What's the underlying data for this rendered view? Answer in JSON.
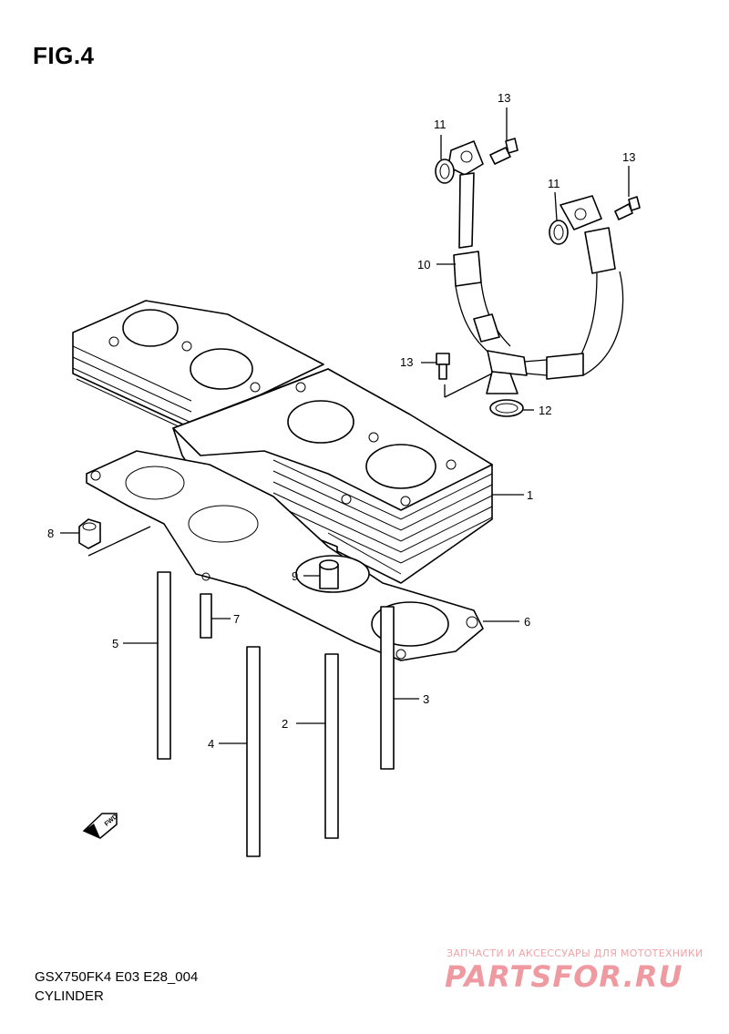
{
  "figure": {
    "title": "FIG.4",
    "model_code": "GSX750FK4 E03 E28_004",
    "caption": "CYLINDER"
  },
  "callouts": [
    {
      "label": "1",
      "part": "cylinder"
    },
    {
      "label": "2",
      "part": "stud"
    },
    {
      "label": "3",
      "part": "stud"
    },
    {
      "label": "4",
      "part": "stud"
    },
    {
      "label": "5",
      "part": "stud"
    },
    {
      "label": "6",
      "part": "cylinder-base-gasket"
    },
    {
      "label": "7",
      "part": "dowel-pin"
    },
    {
      "label": "8",
      "part": "nut"
    },
    {
      "label": "9",
      "part": "dowel-pin"
    },
    {
      "label": "10",
      "part": "oil-hose"
    },
    {
      "label": "11",
      "part": "o-ring"
    },
    {
      "label": "11",
      "part": "o-ring"
    },
    {
      "label": "12",
      "part": "o-ring"
    },
    {
      "label": "13",
      "part": "bolt"
    },
    {
      "label": "13",
      "part": "bolt"
    },
    {
      "label": "13",
      "part": "bolt"
    }
  ],
  "direction_badge": {
    "label": "FWD",
    "icon": "fwd-arrow-icon"
  },
  "watermark": {
    "tagline": "ЗАПЧАСТИ И АКСЕССУАРЫ ДЛЯ МОТОТЕХНИКИ",
    "logo_text": "PARTSFOR.RU",
    "color": "#ef9aa0"
  }
}
